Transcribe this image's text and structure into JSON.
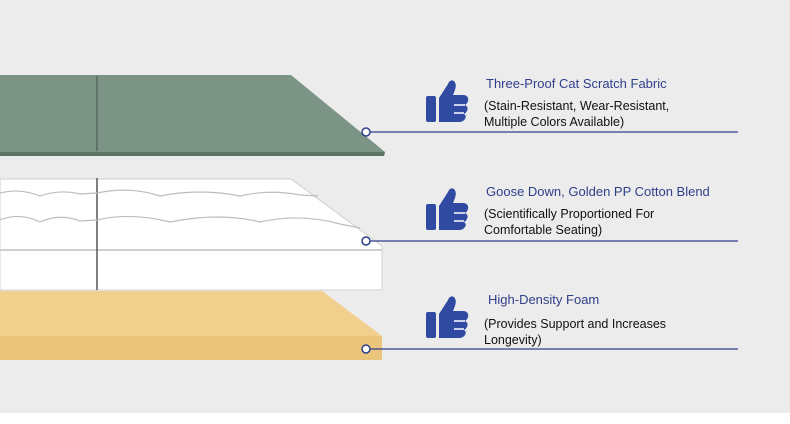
{
  "features": [
    {
      "title": "Three-Proof Cat Scratch Fabric",
      "desc_line1": "(Stain-Resistant, Wear-Resistant,",
      "desc_line2": "Multiple Colors Available)"
    },
    {
      "title": "Goose Down, Golden PP Cotton Blend",
      "desc_line1": "(Scientifically Proportioned For",
      "desc_line2": "Comfortable Seating)"
    },
    {
      "title": "High-Density Foam",
      "desc_line1": "(Provides Support and Increases",
      "desc_line2": "Longevity)"
    }
  ],
  "colors": {
    "fabric": "#7b9485",
    "cotton": "#ffffff",
    "foam": "#f1cf8c",
    "accent": "#2f3f8a",
    "thumb": "#2f4aa0"
  },
  "icons": {
    "thumb": "thumbs-up-icon",
    "marker": "circle-marker-icon"
  }
}
